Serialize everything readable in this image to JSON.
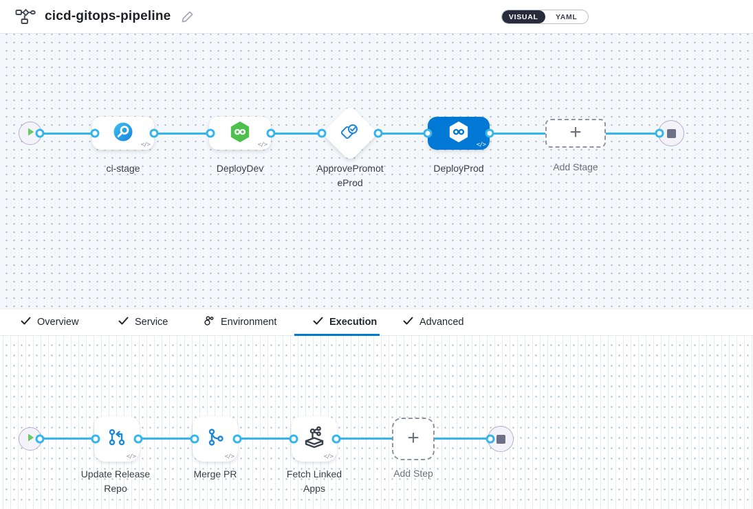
{
  "header": {
    "title": "cicd-gitops-pipeline",
    "view_toggle": {
      "visual": "VISUAL",
      "yaml": "YAML",
      "selected": "VISUAL"
    }
  },
  "misc": {
    "code_glyph": "</>",
    "plus_glyph": "+"
  },
  "stage_canvas": {
    "stages": [
      {
        "name": "ci-stage",
        "type": "ci-build",
        "selected": false
      },
      {
        "name": "DeployDev",
        "type": "cd-deploy",
        "selected": false
      },
      {
        "name": "ApprovePromoteProd",
        "type": "approval",
        "selected": false
      },
      {
        "name": "DeployProd",
        "type": "cd-deploy",
        "selected": true
      }
    ],
    "add_stage_label": "Add Stage"
  },
  "tab_bar": {
    "tabs": [
      {
        "label": "Overview",
        "icon": "check",
        "selected": false
      },
      {
        "label": "Service",
        "icon": "check",
        "selected": false
      },
      {
        "label": "Environment",
        "icon": "environment",
        "selected": false
      },
      {
        "label": "Execution",
        "icon": "check",
        "selected": true
      },
      {
        "label": "Advanced",
        "icon": "check",
        "selected": false
      }
    ]
  },
  "execution_canvas": {
    "steps": [
      {
        "name": "Update Release Repo",
        "type": "git-update"
      },
      {
        "name": "Merge PR",
        "type": "git-merge"
      },
      {
        "name": "Fetch Linked Apps",
        "type": "fetch-linked-apps"
      }
    ],
    "add_step_label": "Add Step"
  },
  "colors": {
    "accent_blue": "#0278d5",
    "edge_blue": "#35b5ed",
    "ci_icon_blue": "#24a3e3",
    "cd_icon_green": "#4dc04d",
    "selected_stage_bg": "#0278d5",
    "toggle_dark": "#272b3b"
  }
}
